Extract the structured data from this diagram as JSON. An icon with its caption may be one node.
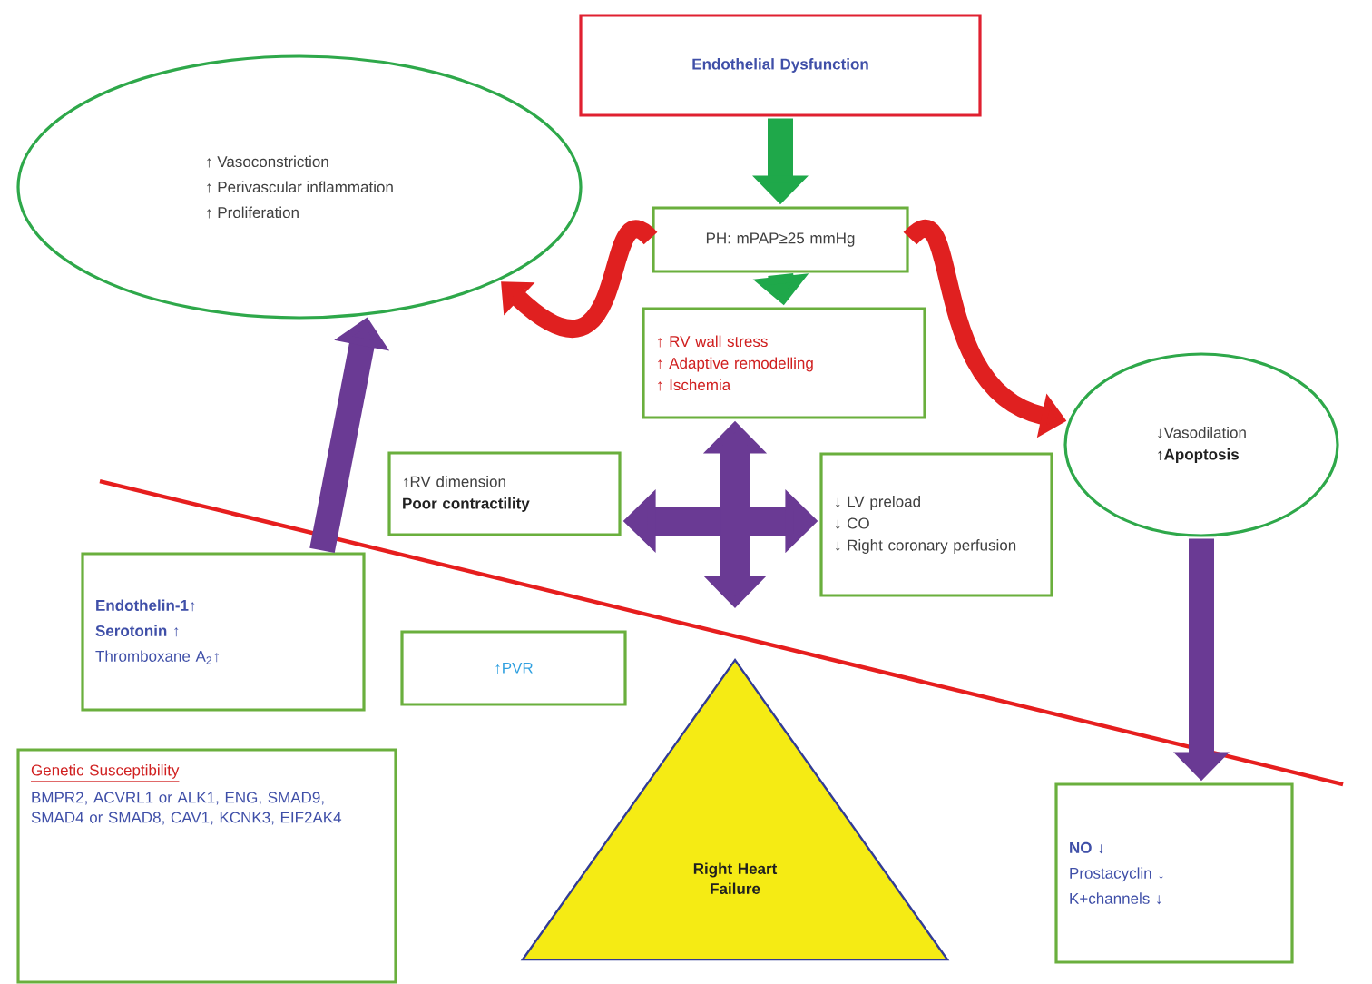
{
  "diagram": {
    "nodes": [
      {
        "text": [
          "Endothelial Dysfunction"
        ]
      },
      {
        "text": [
          "PH: mPAP≥25 mmHg"
        ]
      },
      {
        "text": [
          "↑ RV wall stress",
          "↑ Adaptive remodelling",
          "↑ Ischemia"
        ]
      },
      {
        "text": [
          "↑ Vasoconstriction",
          "↑ Perivascular inflammation",
          "↑ Proliferation"
        ]
      },
      {
        "text": [
          "↓Vasodilation",
          "↑Apoptosis"
        ]
      },
      {
        "text": [
          "↑RV dimension",
          "Poor contractility"
        ]
      },
      {
        "text": [
          "↓ LV preload",
          "↓ CO",
          "↓ Right coronary perfusion"
        ]
      },
      {
        "text": [
          "Endothelin-1↑",
          "Serotonin ↑",
          "Thromboxane A$_{2}$↑"
        ]
      },
      {
        "text": [
          "↑PVR"
        ]
      },
      {
        "text": [
          "Genetic Susceptibility",
          "BMPR2, ACVRL1 or ALK1, ENG, SMAD9, SMAD4 or SMAD8, CAV1, KCNK3, EIF2AK4"
        ]
      },
      {
        "text": [
          "Right Heart Failure"
        ]
      },
      {
        "text": [
          "NO ↓",
          "Prostacyclin ↓",
          "K+channels ↓"
        ]
      }
    ],
    "edges": [
      {
        "from": 0,
        "to": 1,
        "arrow": "to",
        "color": "#1fa84a"
      },
      {
        "from": 1,
        "to": 2,
        "arrow": "to",
        "color": "#1fa84a"
      },
      {
        "from": 1,
        "to": 3,
        "arrow": "to",
        "color": "#e02020"
      },
      {
        "from": 1,
        "to": 4,
        "arrow": "to",
        "color": "#e02020"
      },
      {
        "from": 7,
        "to": 3,
        "arrow": "to",
        "color": "#6a3a94"
      },
      {
        "from": 4,
        "to": 11,
        "arrow": "to",
        "color": "#6a3a94"
      },
      {
        "from": 5,
        "to": 6,
        "arrow": "both",
        "color": "#6a3a94"
      },
      {
        "from": 2,
        "to": 10,
        "arrow": "both",
        "color": "#6a3a94"
      }
    ]
  }
}
